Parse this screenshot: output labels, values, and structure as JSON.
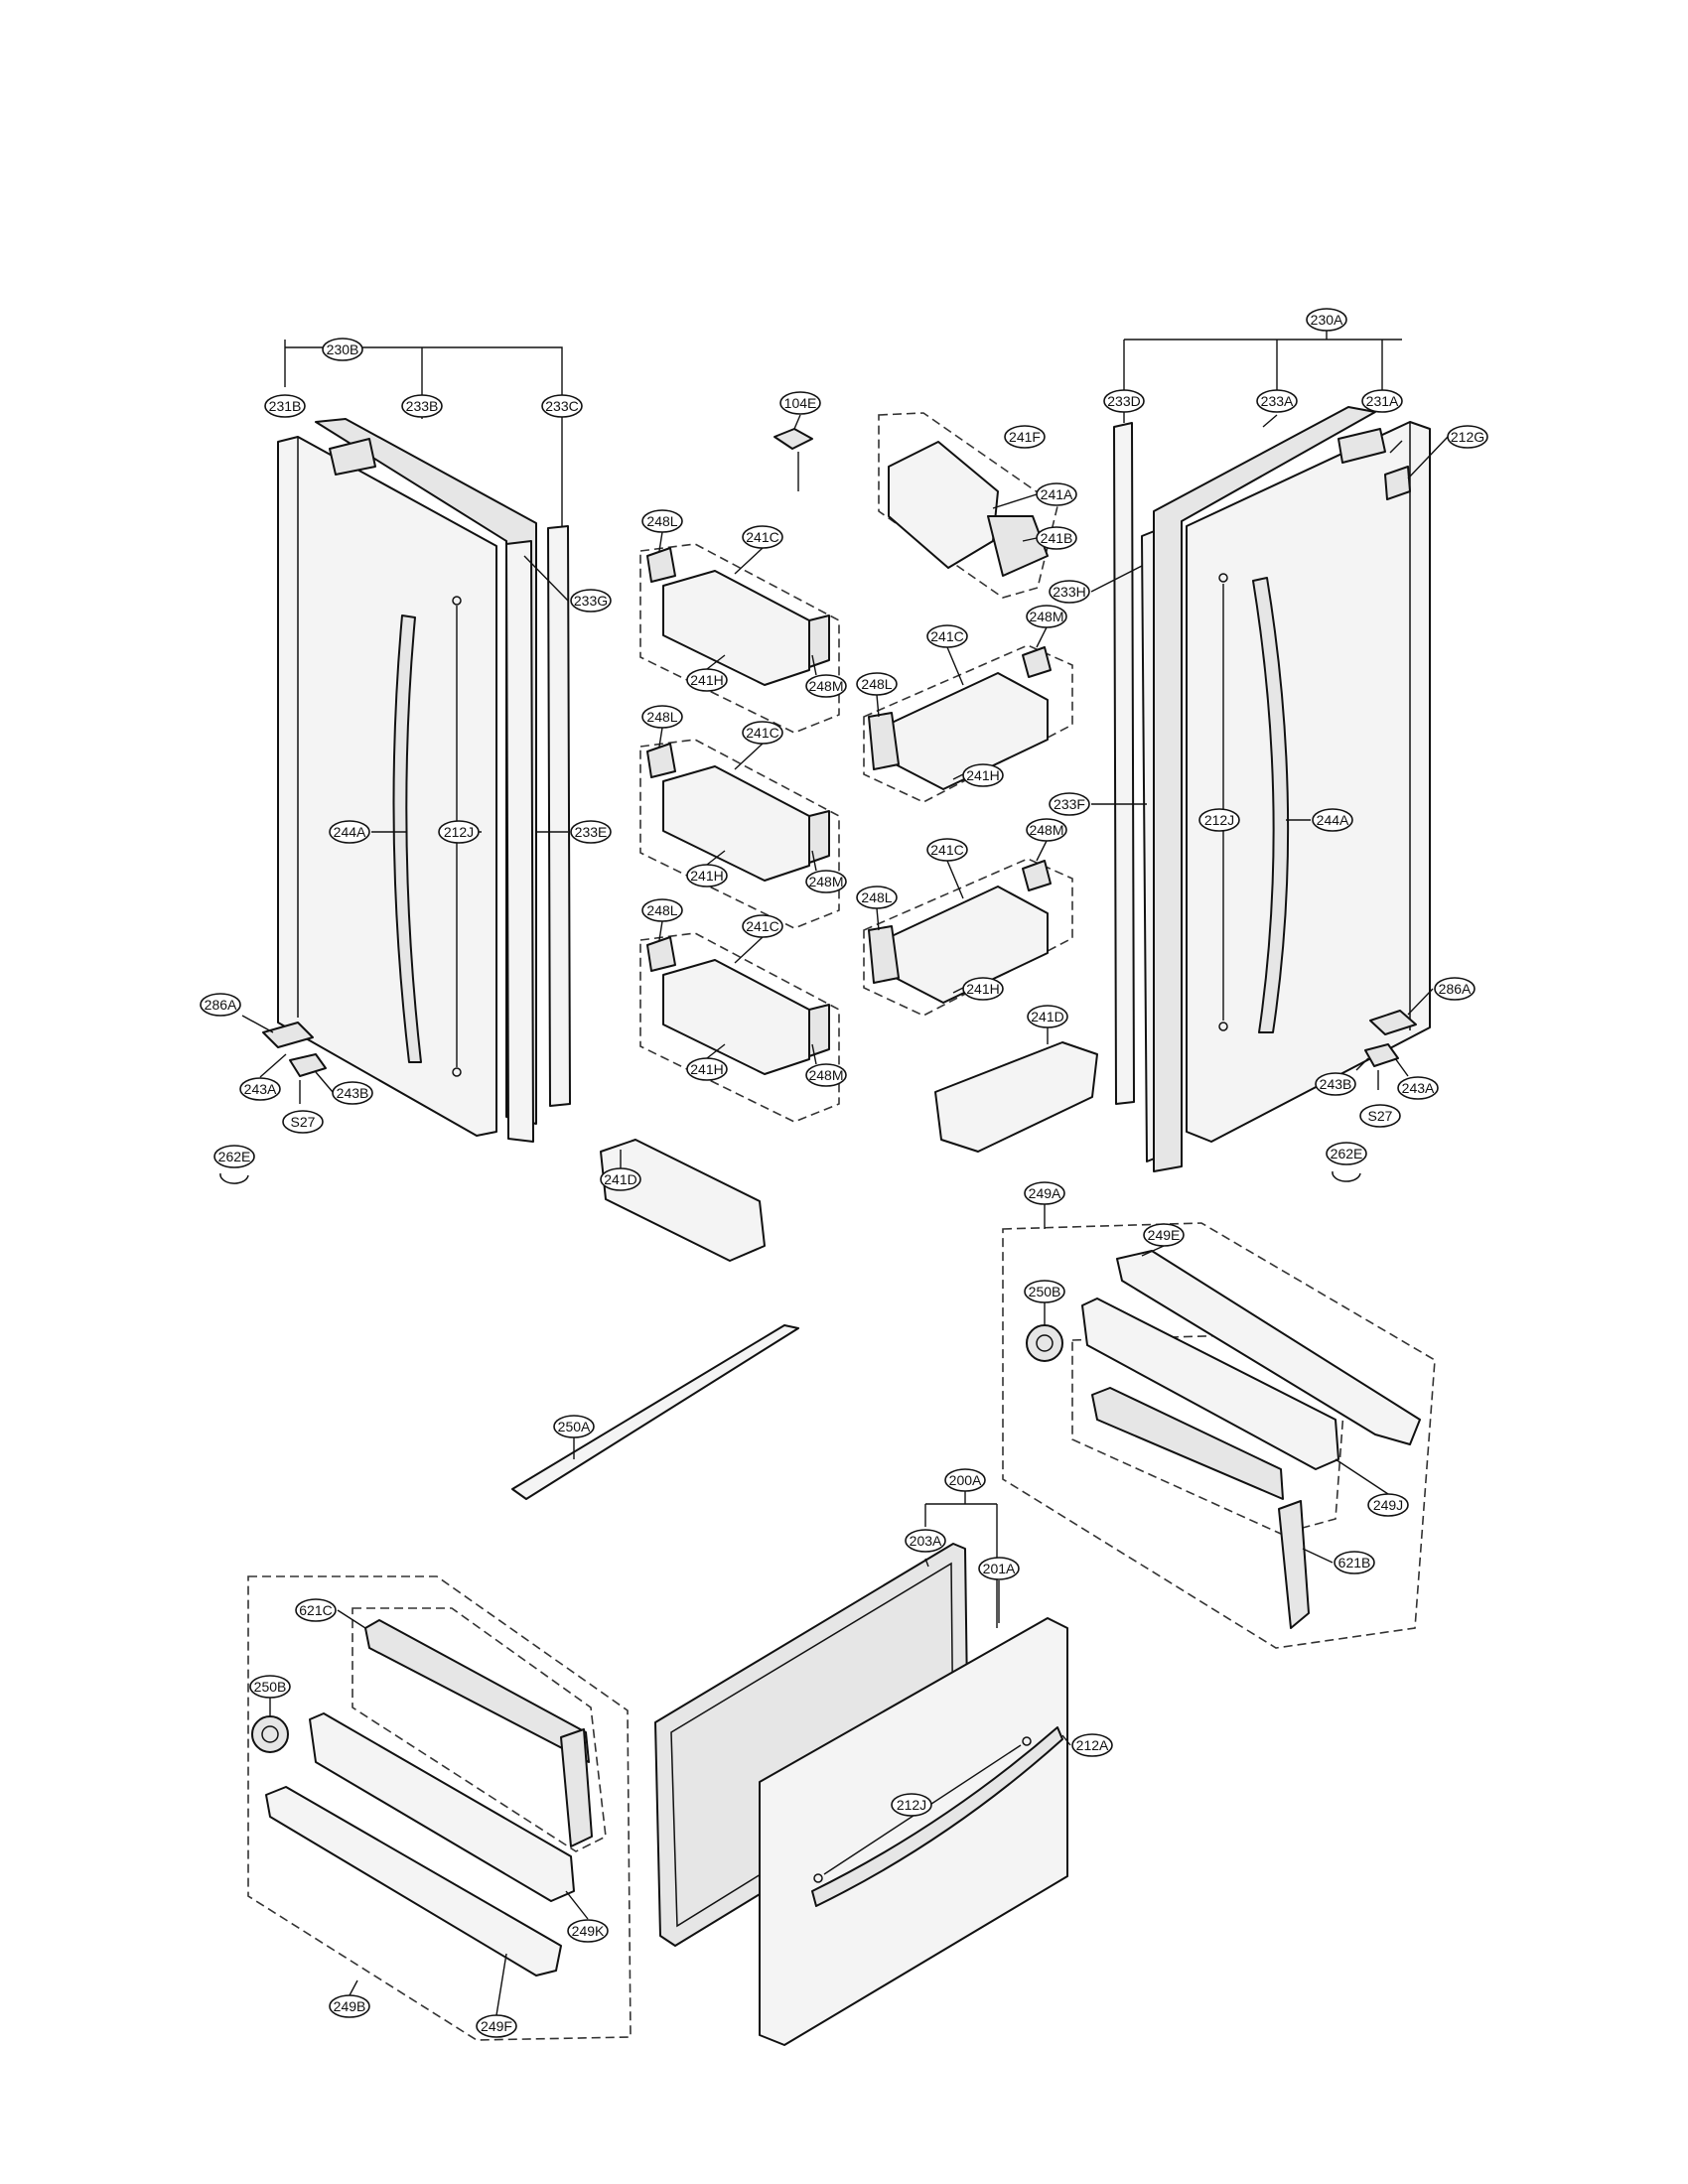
{
  "callouts": {
    "c230B": "230B",
    "c231B": "231B",
    "c233B": "233B",
    "c233C": "233C",
    "c233G": "233G",
    "c233E": "233E",
    "c244A_l": "244A",
    "c212J_l": "212J",
    "c286A_l": "286A",
    "c243A_l": "243A",
    "c243B_l": "243B",
    "cS27_l": "S27",
    "c262E_l": "262E",
    "c104E": "104E",
    "c241F": "241F",
    "c241A": "241A",
    "c241B": "241B",
    "c248L_1": "248L",
    "c241C_1": "241C",
    "c241H_1": "241H",
    "c248M_1": "248M",
    "c248L_2": "248L",
    "c241C_2": "241C",
    "c241H_2": "241H",
    "c248M_2": "248M",
    "c248L_3": "248L",
    "c241C_3": "241C",
    "c241H_3": "241H",
    "c248M_3": "248M",
    "c241D_l": "241D",
    "c241C_4": "241C",
    "c248M_4": "248M",
    "c248L_4": "248L",
    "c241H_4": "241H",
    "c241C_5": "241C",
    "c248M_5": "248M",
    "c248L_5": "248L",
    "c241H_5": "241H",
    "c241D_r": "241D",
    "c230A": "230A",
    "c233D": "233D",
    "c233A": "233A",
    "c231A": "231A",
    "c212G": "212G",
    "c233H": "233H",
    "c233F": "233F",
    "c212J_r": "212J",
    "c244A_r": "244A",
    "c286A_r": "286A",
    "c243B_r": "243B",
    "c243A_r": "243A",
    "cS27_r": "S27",
    "c262E_r": "262E",
    "c249A": "249A",
    "c249E": "249E",
    "c250B_r": "250B",
    "c249J": "249J",
    "c621B": "621B",
    "c250A": "250A",
    "c200A": "200A",
    "c203A": "203A",
    "c201A": "201A",
    "c212J_d": "212J",
    "c212A": "212A",
    "c621C": "621C",
    "c250B_l": "250B",
    "c249K": "249K",
    "c249B": "249B",
    "c249F": "249F"
  }
}
